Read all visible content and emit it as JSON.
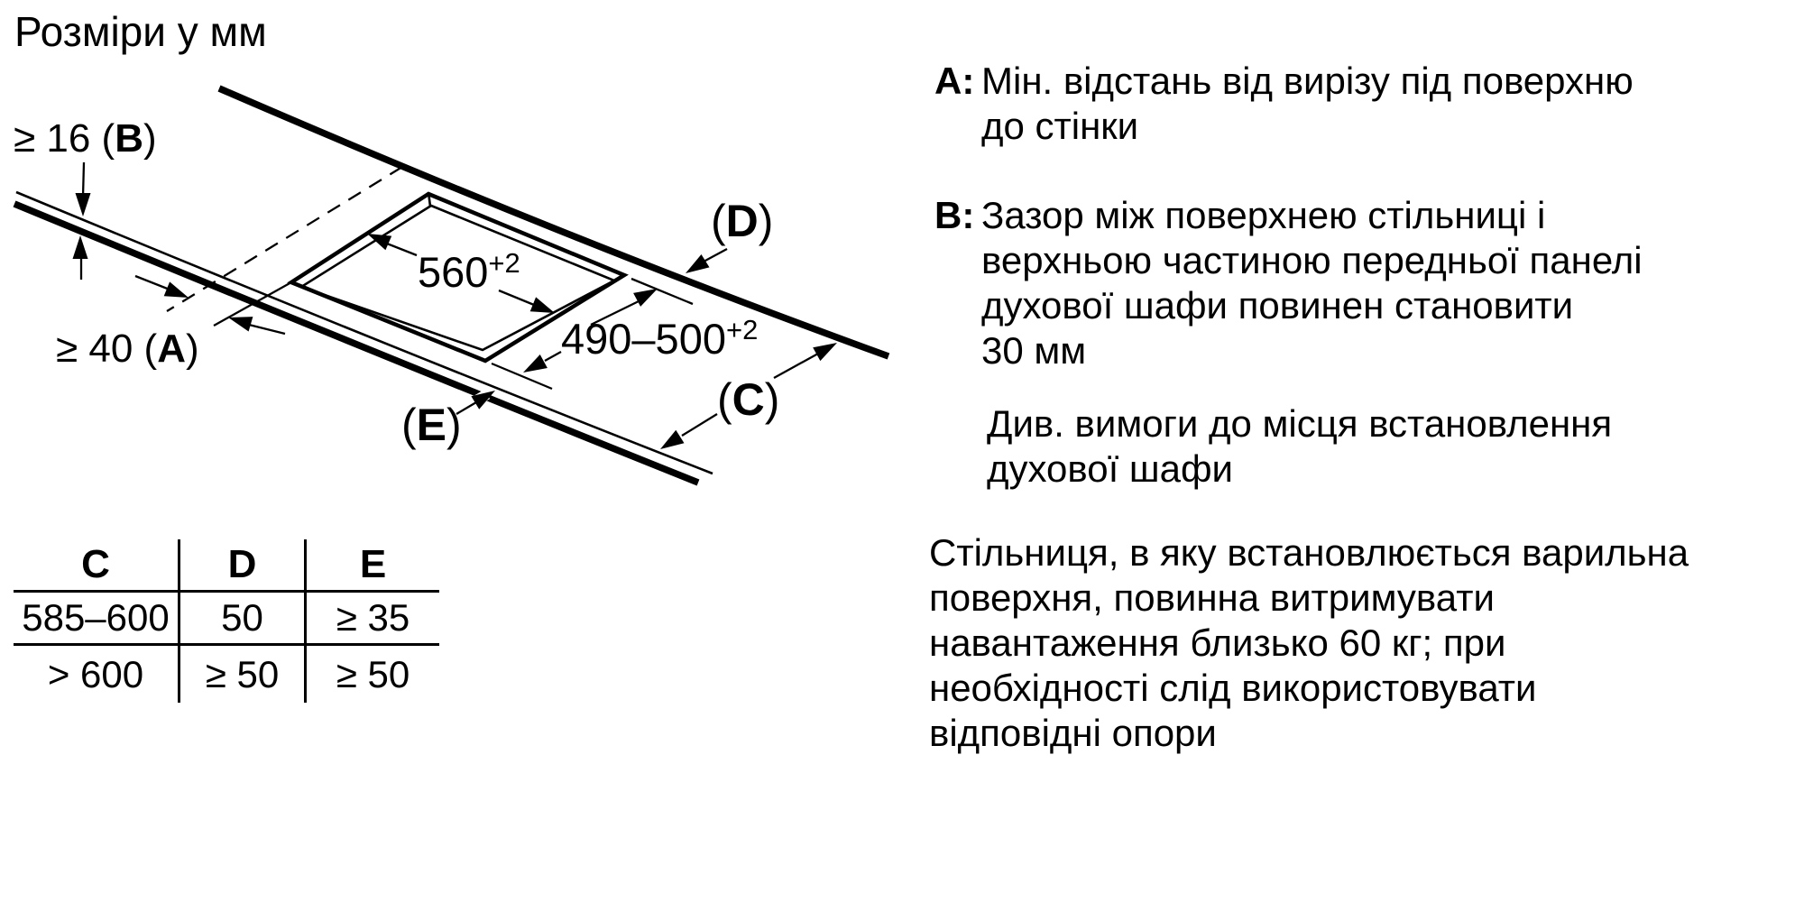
{
  "title": "Розміри у мм",
  "diagram": {
    "b_dim": {
      "prefix": "≥ 16 (",
      "letter": "B",
      "suffix": ")"
    },
    "a_dim": {
      "prefix": "≥ 40 (",
      "letter": "A",
      "suffix": ")"
    },
    "width_dim": {
      "value": "560",
      "tolerance": "+2"
    },
    "depth_dim": {
      "value": "490–500",
      "tolerance": "+2"
    },
    "label_d": {
      "prefix": "(",
      "letter": "D",
      "suffix": ")"
    },
    "label_c": {
      "prefix": "(",
      "letter": "C",
      "suffix": ")"
    },
    "label_e": {
      "prefix": "(",
      "letter": "E",
      "suffix": ")"
    }
  },
  "table": {
    "headers": [
      "C",
      "D",
      "E"
    ],
    "rows": [
      [
        "585–600",
        "50",
        "≥ 35"
      ],
      [
        "> 600",
        "≥ 50",
        "≥ 50"
      ]
    ]
  },
  "notes": {
    "a": {
      "label": "A:",
      "lines": [
        "Мін. відстань від вирізу під поверхню",
        "до стінки"
      ]
    },
    "b": {
      "label": "B:",
      "lines": [
        "Зазор між поверхнею стільниці і",
        "верхньою частиною передньої панелі",
        "духової шафи повинен становити",
        "30 мм"
      ]
    },
    "see": {
      "lines": [
        "Див. вимоги до місця встановлення",
        "духової шафи"
      ]
    },
    "load": {
      "lines": [
        "Стільниця, в яку встановлюється варильна",
        "поверхня, повинна витримувати",
        "навантаження близько 60 кг; при",
        "необхідності слід використовувати",
        "відповідні опори"
      ]
    }
  },
  "colors": {
    "ink": "#000000",
    "paper": "#ffffff"
  }
}
